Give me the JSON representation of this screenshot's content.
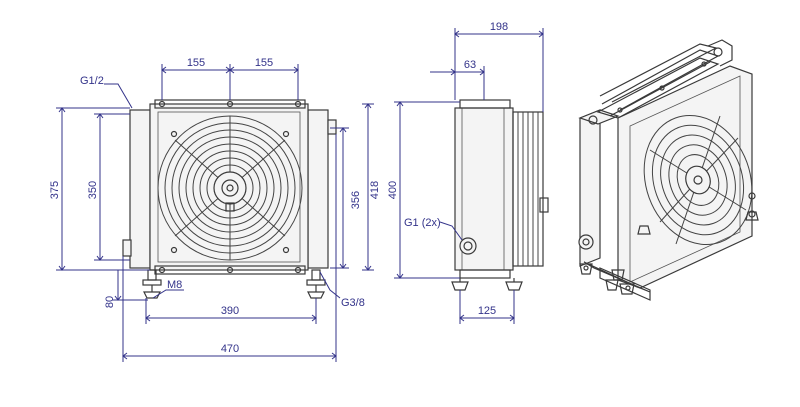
{
  "dimensions": {
    "top_left_1": "155",
    "top_left_2": "155",
    "top_side_total": "198",
    "top_side_63": "63",
    "left_375": "375",
    "left_350": "350",
    "left_80": "80",
    "mid_356": "356",
    "mid_418": "418",
    "mid_400": "400",
    "bottom_390": "390",
    "bottom_470": "470",
    "side_bottom_125": "125"
  },
  "callouts": {
    "g12": "G1/2",
    "m8": "M8",
    "g38": "G3/8",
    "g1": "G1 (2x)"
  },
  "colors": {
    "dimension": "#33338a",
    "outline": "#3a3a3a"
  }
}
